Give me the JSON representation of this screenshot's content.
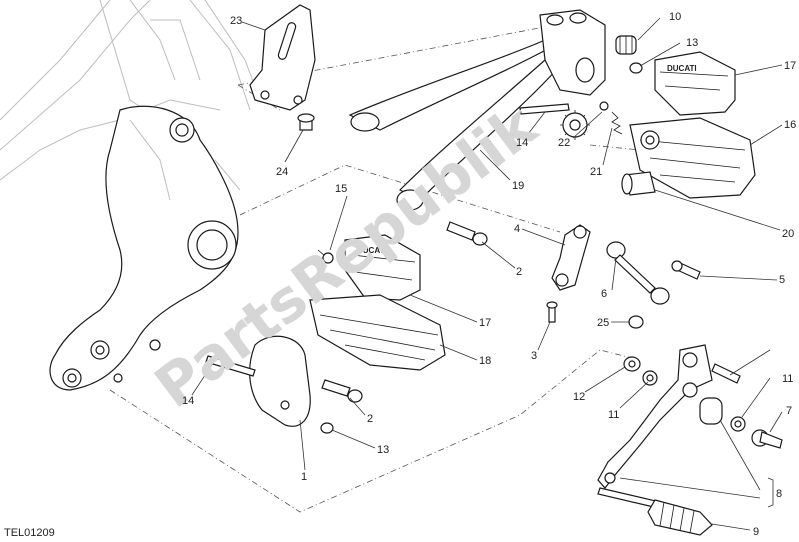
{
  "diagram": {
    "drawing_code": "TEL01209",
    "watermark": "PartsRepublik",
    "labels": {
      "l1": "1",
      "l2a": "2",
      "l2b": "2",
      "l3": "3",
      "l4": "4",
      "l5": "5",
      "l6": "6",
      "l7": "7",
      "l8": "8",
      "l9": "9",
      "l10": "10",
      "l11a": "11",
      "l11b": "11",
      "l12": "12",
      "l13a": "13",
      "l13b": "13",
      "l14a": "14",
      "l14b": "14",
      "l15": "15",
      "l16": "16",
      "l17a": "17",
      "l17b": "17",
      "l18": "18",
      "l19": "19",
      "l20": "20",
      "l21": "21",
      "l22": "22",
      "l23": "23",
      "l24": "24",
      "l25": "25"
    },
    "pad_brand": "DUCATI"
  }
}
